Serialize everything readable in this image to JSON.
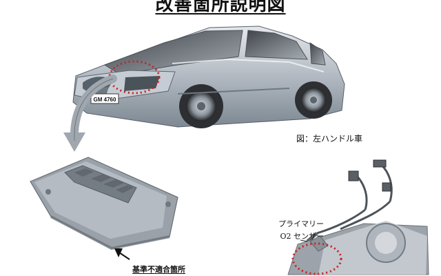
{
  "header": {
    "title": "改善箇所説明図"
  },
  "car": {
    "caption": "図：左ハンドル車",
    "plate": "GM 4760"
  },
  "ecu": {
    "label": "基準不適合箇所"
  },
  "sensor": {
    "label_line1": "プライマリー",
    "label_line2": "O2 センサー"
  },
  "colors": {
    "highlight": "#cc1f1f",
    "car_body": "#b7bec6",
    "car_shadow": "#7f8a95",
    "ecu_body": "#9aa1a8",
    "ecu_shadow": "#6f7780"
  },
  "icons": {
    "pointer": "arrow-icon"
  }
}
